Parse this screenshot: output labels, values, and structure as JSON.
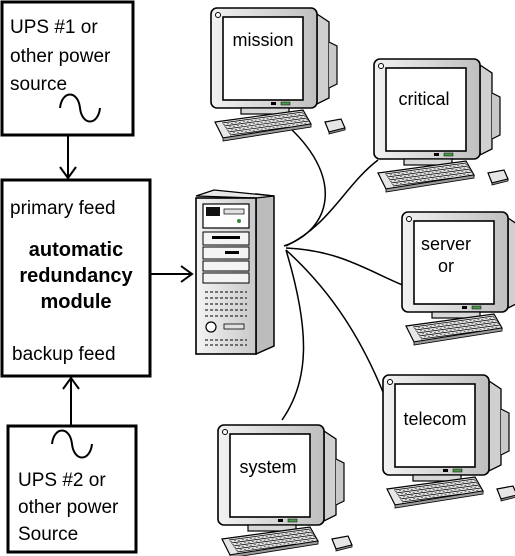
{
  "ups1": {
    "line1": "UPS #1 or",
    "line2": "other power",
    "line3": "source"
  },
  "ups2": {
    "line1": "UPS #2 or",
    "line2": "other power",
    "line3": "Source"
  },
  "module": {
    "primary": "primary feed",
    "title1": "automatic",
    "title2": "redundancy",
    "title3": "module",
    "backup": "backup feed"
  },
  "computers": [
    {
      "label1": "mission",
      "label2": ""
    },
    {
      "label1": "critical",
      "label2": ""
    },
    {
      "label1": "server",
      "label2": "or"
    },
    {
      "label1": "telecom",
      "label2": ""
    },
    {
      "label1": "system",
      "label2": ""
    }
  ],
  "icons": {
    "sine_wave": "sine-wave-icon",
    "server_tower": "server-tower-icon",
    "computer": "computer-monitor-icon",
    "keyboard": "keyboard-icon",
    "mouse": "mouse-icon"
  }
}
